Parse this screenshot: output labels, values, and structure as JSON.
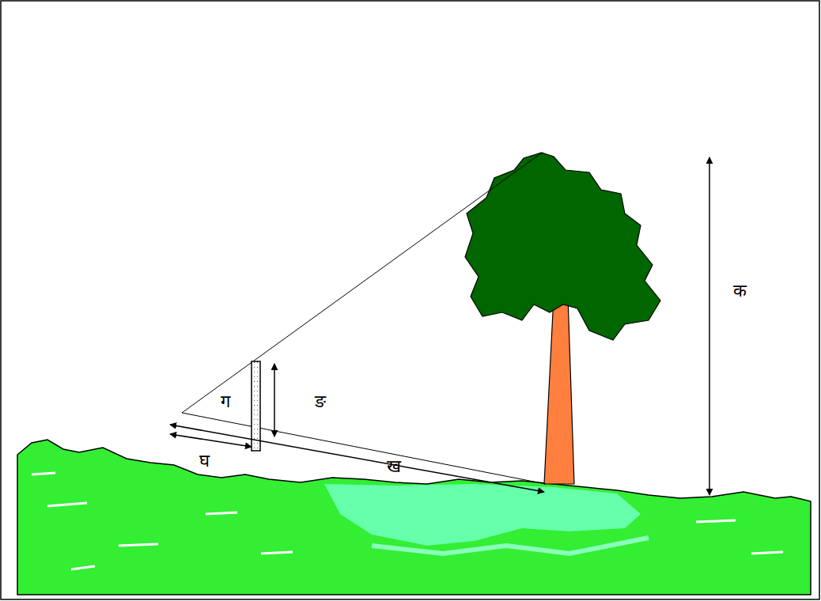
{
  "diagram": {
    "labels": [
      "क",
      "ख",
      "ग",
      "घ",
      "ङ"
    ]
  }
}
